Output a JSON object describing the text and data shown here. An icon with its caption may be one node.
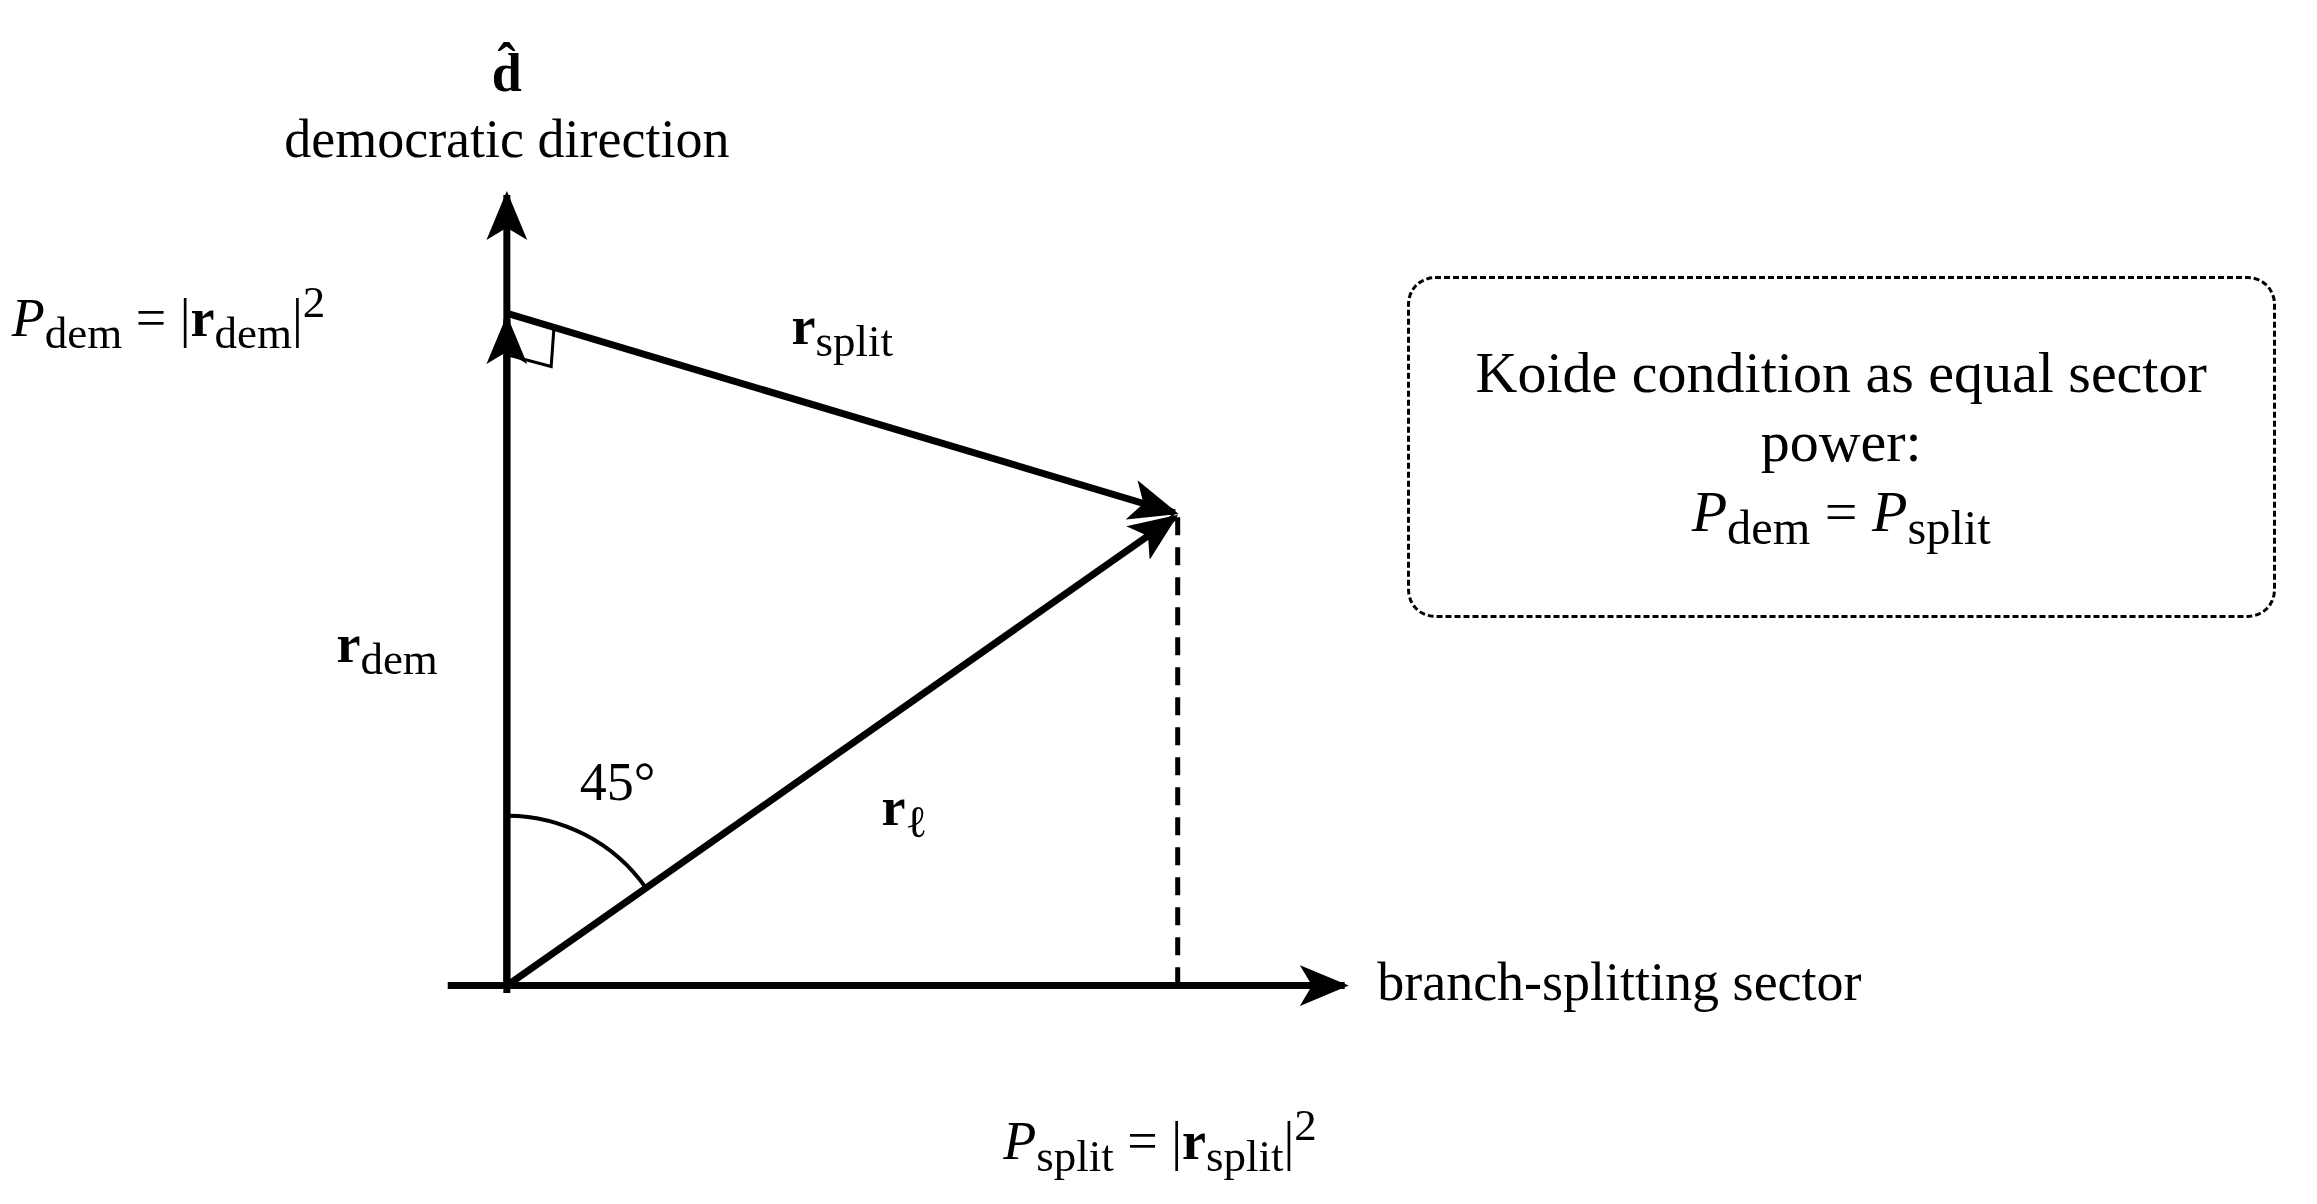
{
  "diagram": {
    "nodes": [
      {
        "text": [
          "Koide condition as equal sector power:",
          "*P*$_{dem}$ = *P*$_{split}$"
        ]
      }
    ],
    "edges": [],
    "labels": [
      "d̂",
      "democratic direction",
      "*P*$_{dem}$ = |**r**$_{dem}$|$^{2}$",
      "**r**$_{split}$",
      "**r**$_{dem}$",
      "45°",
      "**r**$_{ℓ}$",
      "branch-splitting sector",
      "*P*$_{split}$ = |**r**$_{split}$|$^{2}$"
    ]
  }
}
